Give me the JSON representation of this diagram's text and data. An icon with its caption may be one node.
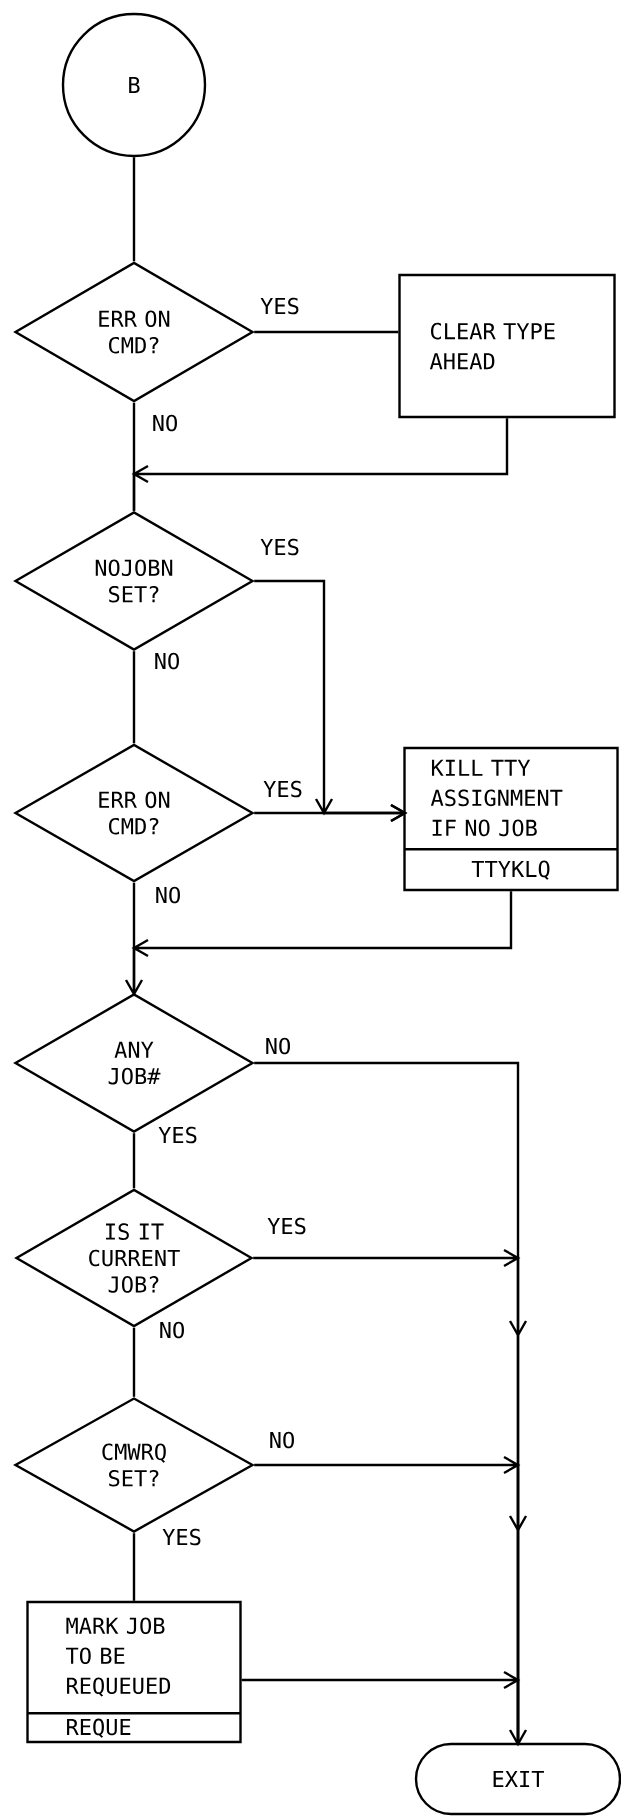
{
  "diagram": {
    "nodes": [
      {
        "text": [
          "B"
        ]
      },
      {
        "text": [
          "ERR ON CMD?"
        ]
      },
      {
        "text": [
          "CLEAR TYPE AHEAD"
        ]
      },
      {
        "text": [
          "NOJOBN SET?"
        ]
      },
      {
        "text": [
          "ERR ON CMD?"
        ]
      },
      {
        "text": [
          "KILL TTY ASSIGNMENT IF NO JOB",
          "TTYKLQ"
        ]
      },
      {
        "text": [
          "ANY JOB#"
        ]
      },
      {
        "text": [
          "IS IT CURRENT JOB?"
        ]
      },
      {
        "text": [
          "CMWRQ SET?"
        ]
      },
      {
        "text": [
          "MARK JOB TO BE REQUEUED",
          "REQUE"
        ]
      },
      {
        "text": [
          "EXIT"
        ]
      }
    ],
    "edges": [
      {
        "from": 0,
        "to": 1,
        "arrow": "none"
      },
      {
        "from": 1,
        "to": 2,
        "arrow": "none",
        "label": "YES"
      },
      {
        "from": 1,
        "to": 3,
        "arrow": "none",
        "label": "NO"
      },
      {
        "from": 2,
        "to": 3,
        "arrow": "to"
      },
      {
        "from": 3,
        "to": 5,
        "arrow": "to",
        "label": "YES"
      },
      {
        "from": 3,
        "to": 4,
        "arrow": "none",
        "label": "NO"
      },
      {
        "from": 4,
        "to": 5,
        "arrow": "to",
        "label": "YES"
      },
      {
        "from": 5,
        "to": 6,
        "arrow": "to"
      },
      {
        "from": 4,
        "to": 6,
        "arrow": "to",
        "label": "NO"
      },
      {
        "from": 6,
        "to": 10,
        "arrow": "to",
        "label": "NO"
      },
      {
        "from": 6,
        "to": 7,
        "arrow": "none",
        "label": "YES"
      },
      {
        "from": 7,
        "to": 10,
        "arrow": "to",
        "label": "YES"
      },
      {
        "from": 7,
        "to": 8,
        "arrow": "none",
        "label": "NO"
      },
      {
        "from": 8,
        "to": 10,
        "arrow": "to",
        "label": "NO"
      },
      {
        "from": 8,
        "to": 9,
        "arrow": "none",
        "label": "YES"
      },
      {
        "from": 9,
        "to": 10,
        "arrow": "to"
      }
    ]
  }
}
